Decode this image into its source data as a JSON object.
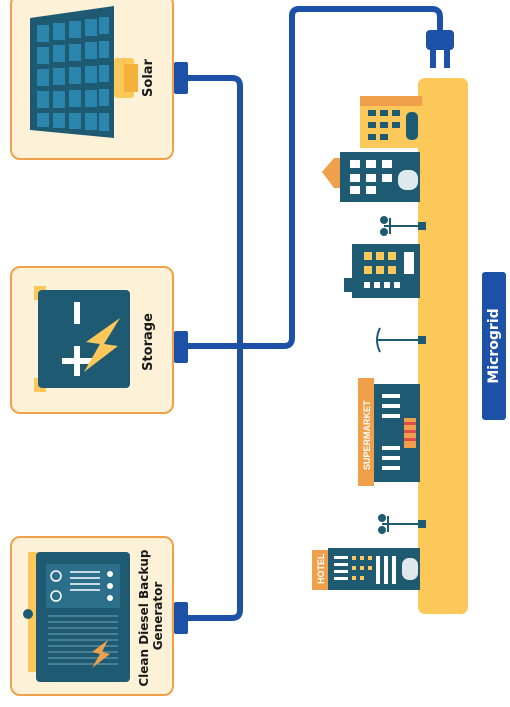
{
  "sources": {
    "solar": {
      "label": "Solar"
    },
    "storage": {
      "label": "Storage"
    },
    "generator": {
      "label": "Clean Diesel Backup Generator"
    }
  },
  "buildings": {
    "hotel_sign": "HOTEL",
    "supermarket_sign": "SUPERMARKET"
  },
  "microgrid": {
    "label": "Microgrid"
  },
  "colors": {
    "card_bg": "#fdf2d8",
    "card_border": "#f0a04a",
    "line": "#1d51a8",
    "dark_teal": "#1e5a72",
    "yellow": "#fdc85a",
    "orange": "#f0a04a"
  },
  "icons": [
    "solar-panel-icon",
    "battery-icon",
    "generator-icon",
    "plug-icon",
    "street-lamp-icon"
  ]
}
